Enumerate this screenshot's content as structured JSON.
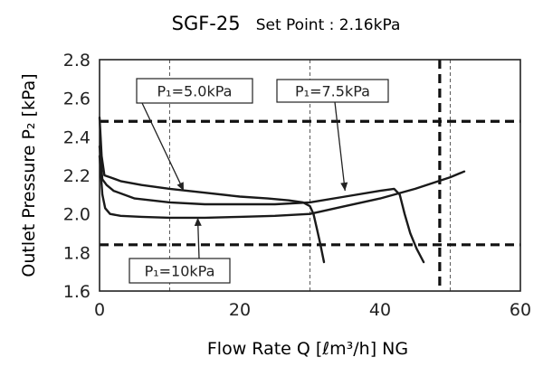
{
  "chart_data": {
    "type": "line",
    "title": "SGF-25",
    "subtitle": "Set Point : 2.16kPa",
    "xlabel": "Flow Rate  Q  [ℓm³/h] NG",
    "ylabel": "Outlet  Pressure  P₂ [kPa]",
    "xlim": [
      0,
      60
    ],
    "ylim": [
      1.6,
      2.8
    ],
    "xticks": [
      "0",
      "20",
      "40",
      "60"
    ],
    "xtick_values": [
      0,
      20,
      40,
      60
    ],
    "yticks": [
      "1.6",
      "1.8",
      "2.0",
      "2.2",
      "2.4",
      "2.6",
      "2.8"
    ],
    "ytick_values": [
      1.6,
      1.8,
      2.0,
      2.2,
      2.4,
      2.6,
      2.8
    ],
    "grid": "vertical dashed at 10, 30, 50",
    "vgrid": [
      10,
      30,
      50
    ],
    "reference_lines": [
      {
        "orientation": "horizontal",
        "value": 2.48
      },
      {
        "orientation": "horizontal",
        "value": 1.84
      },
      {
        "orientation": "vertical",
        "value": 48.5
      }
    ],
    "series": [
      {
        "name": "P₁=5.0kPa",
        "x": [
          0,
          0.3,
          0.7,
          1.5,
          3,
          6,
          10,
          15,
          20,
          24,
          27,
          29,
          30,
          30.5,
          31,
          31.5,
          32
        ],
        "y": [
          2.5,
          2.3,
          2.2,
          2.19,
          2.17,
          2.15,
          2.13,
          2.11,
          2.09,
          2.08,
          2.07,
          2.06,
          2.04,
          2.0,
          1.92,
          1.84,
          1.75
        ]
      },
      {
        "name": "P₁=7.5kPa",
        "x": [
          0,
          0.4,
          1,
          2,
          5,
          10,
          15,
          20,
          25,
          30,
          35,
          40,
          42,
          42.8,
          43.5,
          44.3,
          45.2,
          46.2
        ],
        "y": [
          2.35,
          2.18,
          2.15,
          2.12,
          2.08,
          2.06,
          2.05,
          2.05,
          2.05,
          2.06,
          2.09,
          2.12,
          2.13,
          2.1,
          2.0,
          1.9,
          1.82,
          1.75
        ]
      },
      {
        "name": "P₁=10kPa",
        "x": [
          0,
          0.4,
          0.8,
          1.5,
          3,
          6,
          10,
          15,
          20,
          25,
          30,
          35,
          40,
          45,
          50,
          52
        ],
        "y": [
          2.3,
          2.1,
          2.03,
          2.0,
          1.99,
          1.985,
          1.98,
          1.98,
          1.985,
          1.99,
          2.0,
          2.04,
          2.08,
          2.13,
          2.19,
          2.22
        ]
      }
    ],
    "annotations": [
      {
        "label": "P₁=5.0kPa",
        "arrow_to": [
          12,
          2.12
        ]
      },
      {
        "label": "P₁=7.5kPa",
        "arrow_to": [
          35,
          2.12
        ]
      },
      {
        "label": "P₁=10kPa",
        "arrow_to": [
          14,
          1.98
        ]
      }
    ]
  }
}
